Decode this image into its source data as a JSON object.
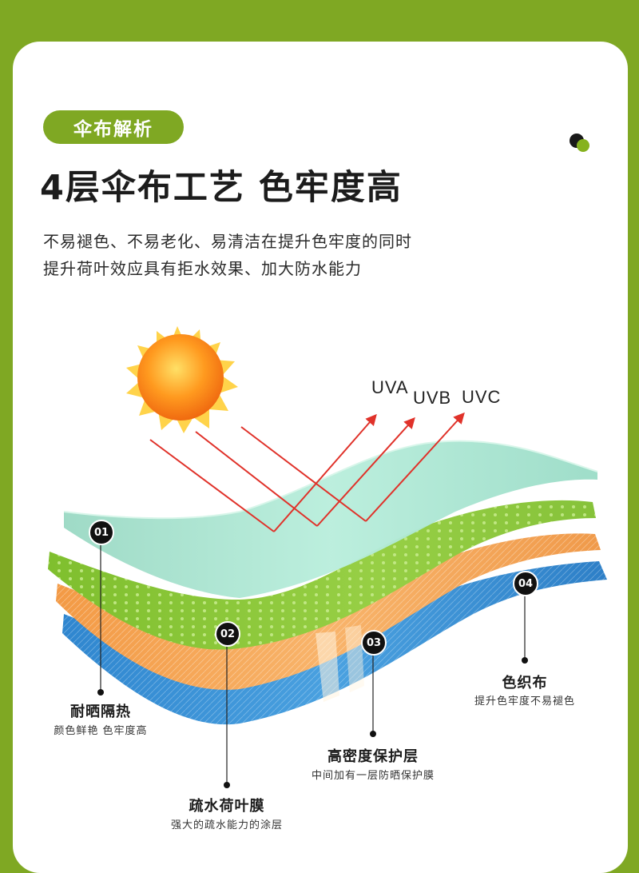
{
  "section_tag": "伞布解析",
  "headline": "4层伞布工艺 色牢度高",
  "description": {
    "line1": "不易褪色、不易老化、易清洁在提升色牢度的同时",
    "line2": "提升荷叶效应具有拒水效果、加大防水能力"
  },
  "uv_labels": [
    "UVA",
    "UVB",
    "UVC"
  ],
  "layers": [
    {
      "number": "01",
      "title": "耐晒隔热",
      "subtitle": "颜色鲜艳 色牢度高"
    },
    {
      "number": "02",
      "title": "疏水荷叶膜",
      "subtitle": "强大的疏水能力的涂层"
    },
    {
      "number": "03",
      "title": "高密度保护层",
      "subtitle": "中间加有一层防晒保护膜"
    },
    {
      "number": "04",
      "title": "色织布",
      "subtitle": "提升色牢度不易褪色"
    }
  ],
  "colors": {
    "brand_green": "#7fa823",
    "layer_mint": "#a8e3cf",
    "layer_green": "#8cc63f",
    "layer_orange": "#f5a65b",
    "layer_blue": "#3a8fd3",
    "ray_red": "#e0322a"
  },
  "icons": [
    "sun-icon",
    "uv-arrow-icon",
    "number-badge-icon"
  ]
}
